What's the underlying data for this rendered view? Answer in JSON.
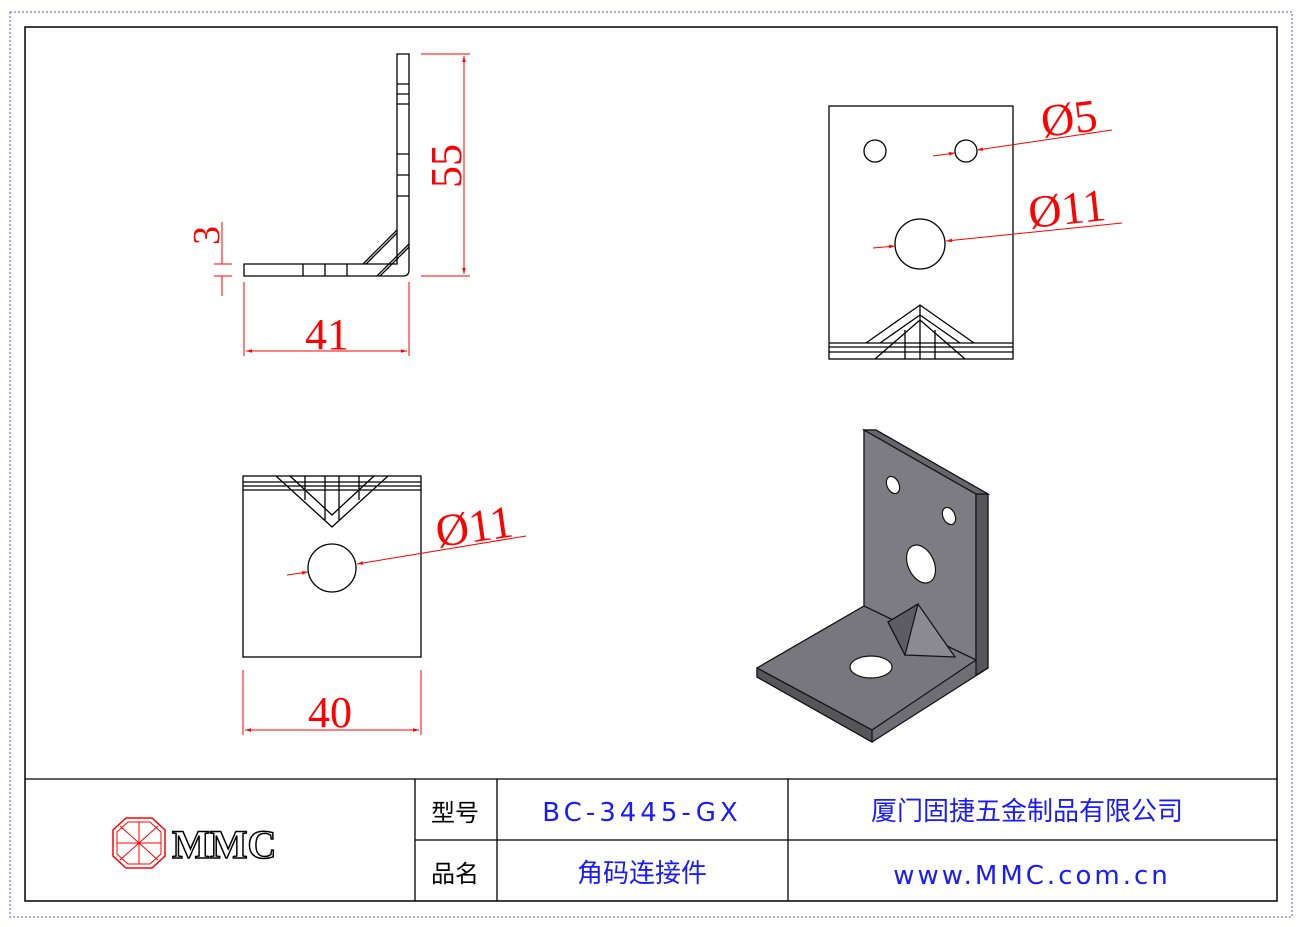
{
  "dimensions": {
    "side_height": "55",
    "side_thickness": "3",
    "side_width": "41",
    "top_small_hole": "Ø5",
    "top_large_hole": "Ø11",
    "bottom_hole": "Ø11",
    "bottom_width": "40"
  },
  "title_block": {
    "logo_text": "MMC",
    "model_label": "型号",
    "model_value": "BC-3445-GX",
    "name_label": "品名",
    "name_value": "角码连接件",
    "company": "厦门固捷五金制品有限公司",
    "website": "www.MMC.com.cn"
  },
  "colors": {
    "dimension": "#ff0000",
    "frame": "#000000",
    "title_text": "#1a1aff",
    "part_fill": "#7a7a80"
  }
}
